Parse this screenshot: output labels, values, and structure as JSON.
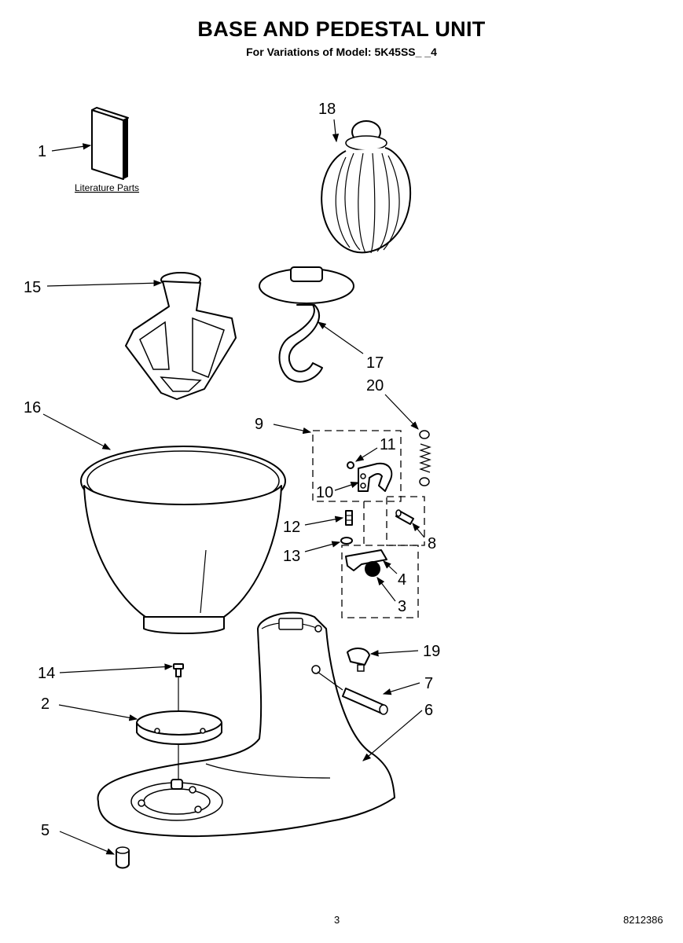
{
  "header": {
    "title": "BASE AND PEDESTAL UNIT",
    "subtitle": "For Variations of Model: 5K45SS_ _4"
  },
  "literature_label": "Literature Parts",
  "callouts": {
    "c1": "1",
    "c2": "2",
    "c3": "3",
    "c4": "4",
    "c5": "5",
    "c6": "6",
    "c7": "7",
    "c8": "8",
    "c9": "9",
    "c10": "10",
    "c11": "11",
    "c12": "12",
    "c13": "13",
    "c14": "14",
    "c15": "15",
    "c16": "16",
    "c17": "17",
    "c18": "18",
    "c19": "19",
    "c20": "20"
  },
  "footer": {
    "page_number": "3",
    "document_number": "8212386"
  }
}
